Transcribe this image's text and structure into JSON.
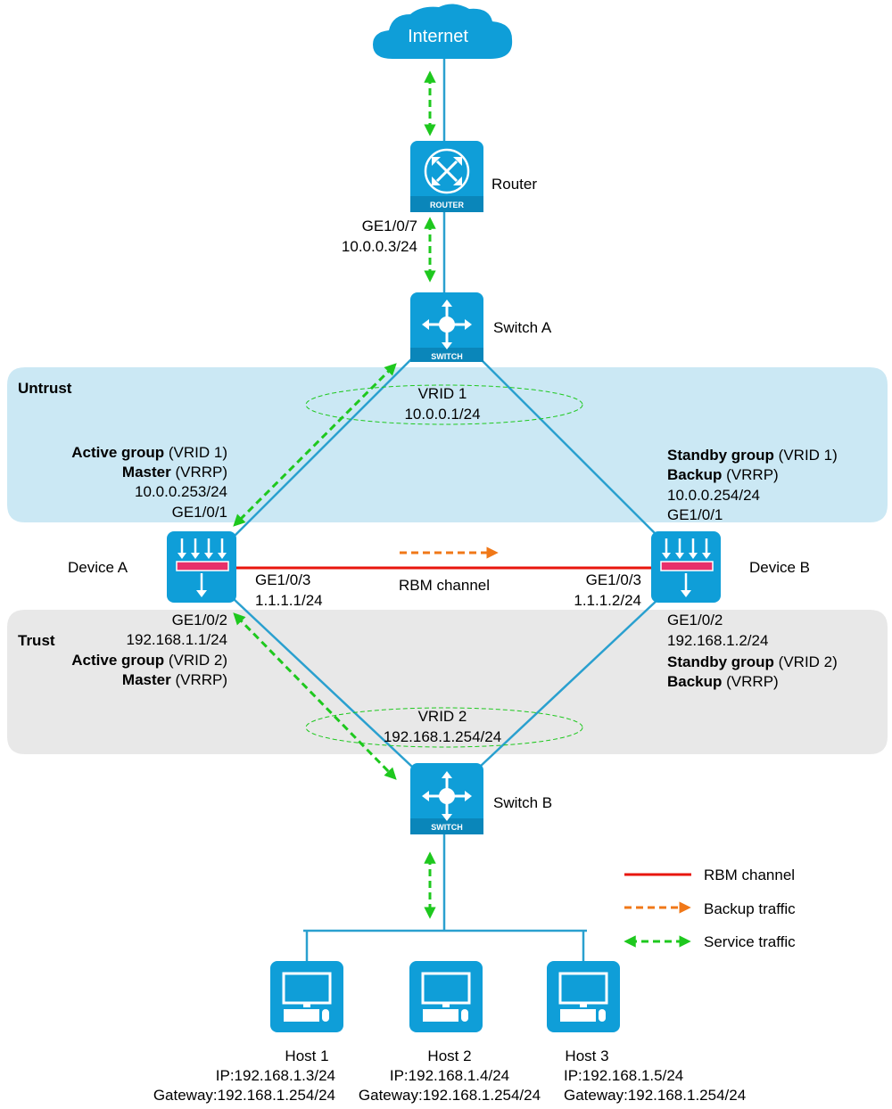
{
  "zones": {
    "untrust": "Untrust",
    "trust": "Trust"
  },
  "cloud": {
    "label": "Internet"
  },
  "router": {
    "label": "Router",
    "tag": "ROUTER",
    "port": "GE1/0/7",
    "ip": "10.0.0.3/24"
  },
  "switch_a": {
    "label": "Switch A",
    "tag": "SWITCH"
  },
  "switch_b": {
    "label": "Switch B",
    "tag": "SWITCH"
  },
  "vrid1": {
    "name": "VRID 1",
    "ip": "10.0.0.1/24"
  },
  "vrid2": {
    "name": "VRID 2",
    "ip": "192.168.1.254/24"
  },
  "device_a": {
    "label": "Device A",
    "up_group_bold": "Active group",
    "up_group_rest": " (VRID 1)",
    "up_role_bold": "Master",
    "up_role_rest": " (VRRP)",
    "up_ip": "10.0.0.253/24",
    "up_port": "GE1/0/1",
    "rbm_port": "GE1/0/3",
    "rbm_ip": "1.1.1.1/24",
    "down_port": "GE1/0/2",
    "down_ip": "192.168.1.1/24",
    "down_group_bold": "Active group",
    "down_group_rest": " (VRID 2)",
    "down_role_bold": "Master",
    "down_role_rest": " (VRRP)"
  },
  "device_b": {
    "label": "Device B",
    "up_group_bold": "Standby group",
    "up_group_rest": " (VRID 1)",
    "up_role_bold": "Backup",
    "up_role_rest": " (VRRP)",
    "up_ip": "10.0.0.254/24",
    "up_port": "GE1/0/1",
    "rbm_port": "GE1/0/3",
    "rbm_ip": "1.1.1.2/24",
    "down_port": "GE1/0/2",
    "down_ip": "192.168.1.2/24",
    "down_group_bold": "Standby group",
    "down_group_rest": " (VRID 2)",
    "down_role_bold": "Backup",
    "down_role_rest": " (VRRP)"
  },
  "rbm_channel_label": "RBM channel",
  "hosts": [
    {
      "name": "Host 1",
      "ip": "IP:192.168.1.3/24",
      "gateway": "Gateway:192.168.1.254/24"
    },
    {
      "name": "Host 2",
      "ip": "IP:192.168.1.4/24",
      "gateway": "Gateway:192.168.1.254/24"
    },
    {
      "name": "Host 3",
      "ip": "IP:192.168.1.5/24",
      "gateway": "Gateway:192.168.1.254/24"
    }
  ],
  "legend": {
    "rbm": "RBM channel",
    "backup": "Backup traffic",
    "service": "Service traffic"
  },
  "colors": {
    "device_blue": "#0f9ed8",
    "link_blue": "#2aa0cf",
    "rbm_red": "#e8160c",
    "backup_orange": "#f07818",
    "service_green": "#1ec81e",
    "untrust_zone": "#cbe8f4",
    "trust_zone": "#e8e8e8"
  }
}
